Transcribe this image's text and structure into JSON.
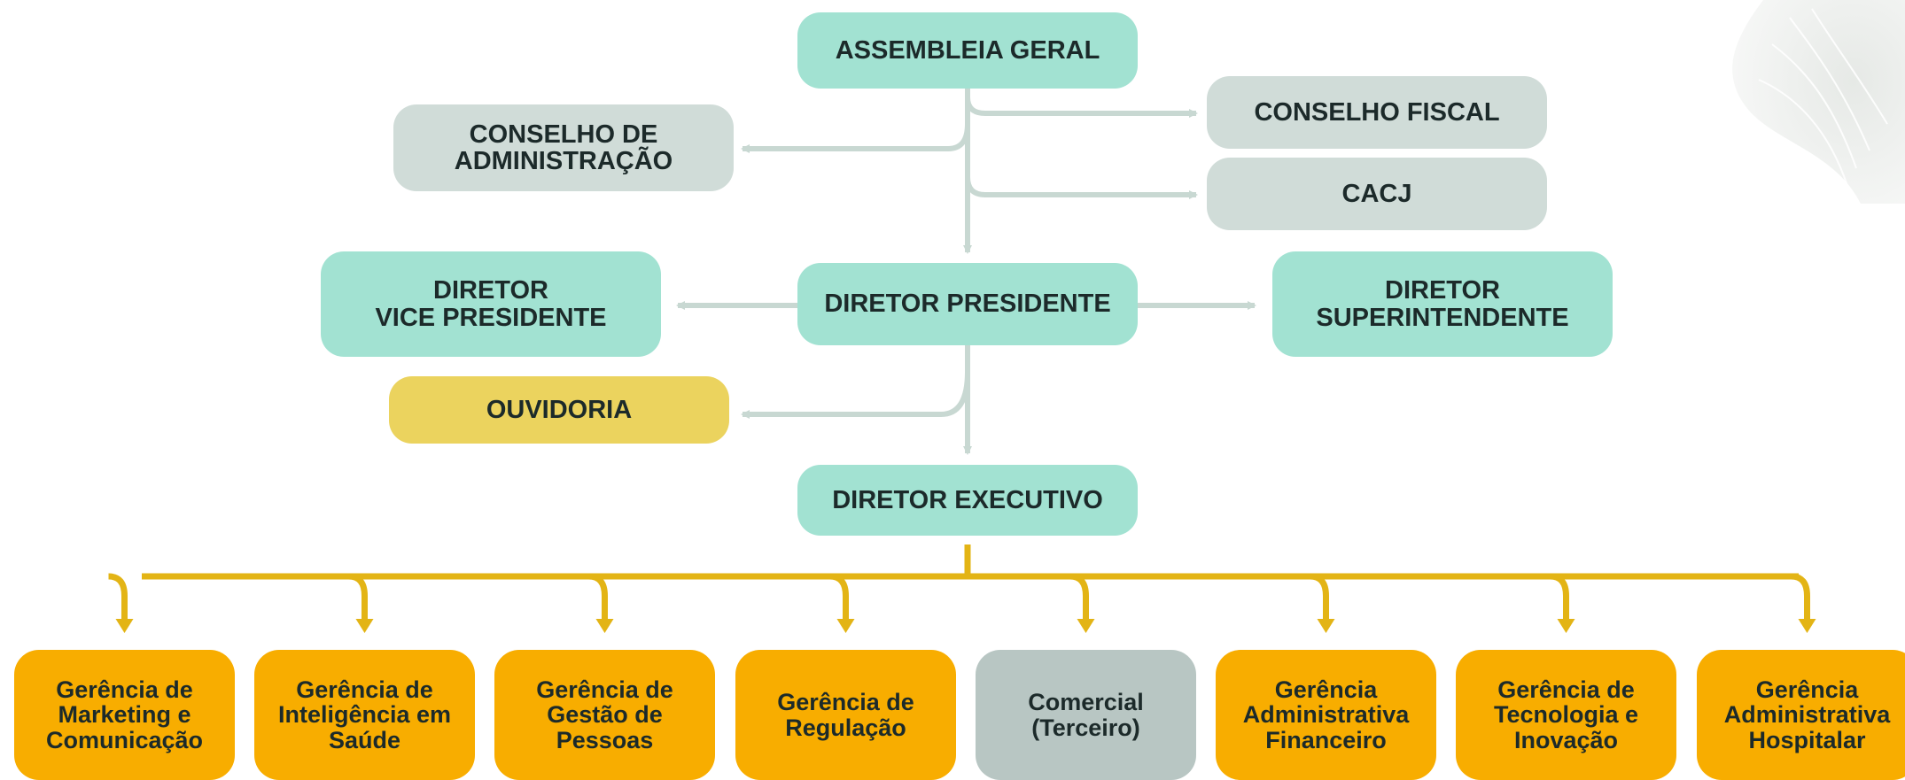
{
  "top": {
    "assembleia": "ASSEMBLEIA GERAL",
    "conselho_admin": "CONSELHO DE\nADMINISTRAÇÃO",
    "conselho_fiscal": "CONSELHO FISCAL",
    "cacj": "CACJ"
  },
  "directors": {
    "vice": "DIRETOR\nVICE PRESIDENTE",
    "presidente": "DIRETOR PRESIDENTE",
    "superintendente": "DIRETOR\nSUPERINTENDENTE",
    "ouvidoria": "OUVIDORIA",
    "executivo": "DIRETOR EXECUTIVO"
  },
  "departments": [
    {
      "label": "Gerência de\nMarketing e\nComunicação"
    },
    {
      "label": "Gerência de\nInteligência em\nSaúde"
    },
    {
      "label": "Gerência de\nGestão de\nPessoas"
    },
    {
      "label": "Gerência de\nRegulação"
    },
    {
      "label": "Comercial\n(Terceiro)"
    },
    {
      "label": "Gerência\nAdministrativa\nFinanceiro"
    },
    {
      "label": "Gerência de\nTecnologia e\nInovação"
    },
    {
      "label": "Gerência\nAdministrativa\nHospitalar"
    }
  ],
  "colors": {
    "teal": "#a2e2d2",
    "grey": "#d0dcd8",
    "yellow": "#ebd35e",
    "orange": "#f8ad00",
    "comercial": "#b8c6c3",
    "gray_connector": "#c8d8d2",
    "gold_connector": "#e3b415"
  }
}
